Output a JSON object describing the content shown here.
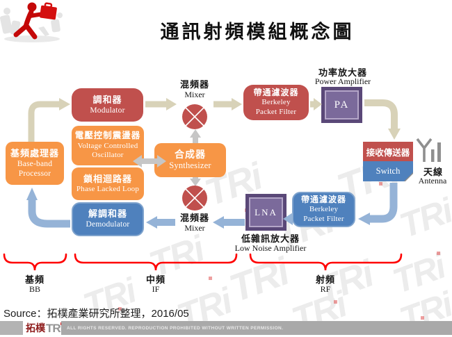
{
  "title": "通訊射頻模組概念圖",
  "watermark": "TRi",
  "diagram": {
    "baseband": {
      "zh": "基頻處理器",
      "en1": "Base-band",
      "en2": "Processor"
    },
    "modulator": {
      "zh": "調和器",
      "en": "Modulator"
    },
    "vco": {
      "zh": "電壓控制震盪器",
      "en1": "Voltage Controlled",
      "en2": "Oscillator"
    },
    "pll": {
      "zh": "鎖相迴路器",
      "en": "Phase Lacked Loop"
    },
    "demodulator": {
      "zh": "解調和器",
      "en": "Demodulator"
    },
    "synthesizer": {
      "zh": "合成器",
      "en": "Synthesizer"
    },
    "mixer_top": {
      "zh": "混頻器",
      "en": "Mixer"
    },
    "mixer_bottom": {
      "zh": "混頻器",
      "en": "Mixer"
    },
    "filter_tx": {
      "zh": "帶通濾波器",
      "en1": "Berkeley",
      "en2": "Packet Filter"
    },
    "filter_rx": {
      "zh": "帶通濾波器",
      "en1": "Berkeley",
      "en2": "Packet Filter"
    },
    "pa": {
      "abbr": "PA",
      "zh": "功率放大器",
      "en": "Power Amplifier"
    },
    "lna": {
      "abbr": "LNA",
      "zh": "低雜訊放大器",
      "en": "Low Noise Amplifier"
    },
    "switch": {
      "zh": "接收傳送器",
      "en": "Switch"
    },
    "antenna": {
      "zh": "天線",
      "en": "Antenna"
    }
  },
  "bands": [
    {
      "zh": "基頻",
      "en": "BB"
    },
    {
      "zh": "中頻",
      "en": "IF"
    },
    {
      "zh": "射頻",
      "en": "RF"
    }
  ],
  "source": "Source：拓樸產業研究所整理，2016/05",
  "footer": {
    "logo_zh": "拓樸",
    "logo_en": "TRi",
    "rights": "ALL RIGHTS RESERVED. REPRODUCTION PROHIBITED WITHOUT WRITTEN PERMISSION."
  },
  "colors": {
    "orange": "#F79646",
    "red": "#C0504D",
    "blue": "#4F81BD",
    "purple_dark": "#5A4878",
    "purple_mid": "#B4A6C8",
    "purple_inner": "#7B6A9B",
    "arrow_tan": "#D8D2B8",
    "arrow_gray": "#C6C6C6",
    "arrow_blue": "#95B3D7",
    "brace_red": "#FF0000"
  }
}
